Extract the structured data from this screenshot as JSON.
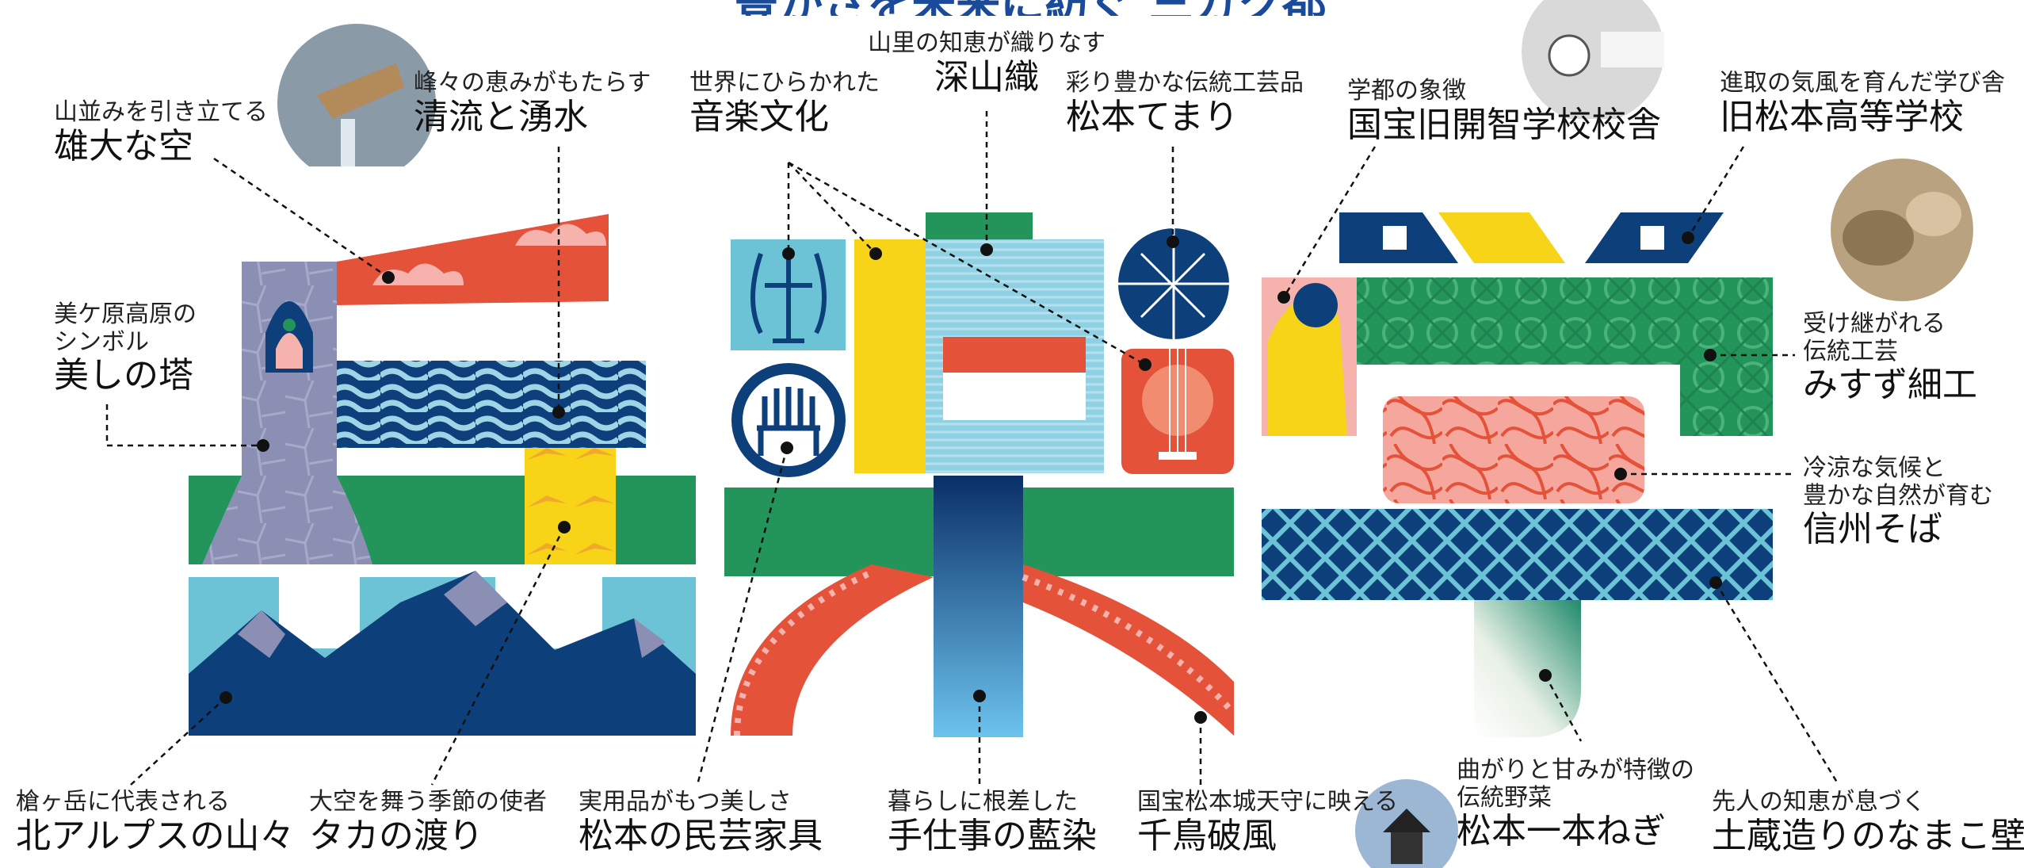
{
  "title": "豊かさを未来に紡ぐ 三ガク都",
  "labels": {
    "sora": {
      "small": "山並みを引き立てる",
      "big": "雄大な空"
    },
    "seiryu": {
      "small": "峰々の恵みがもたらす",
      "big": "清流と湧水"
    },
    "ongaku": {
      "small": "世界にひらかれた",
      "big": "音楽文化"
    },
    "miyama": {
      "small": "山里の知恵が織りなす",
      "big": "深山織"
    },
    "temari": {
      "small": "彩り豊かな伝統工芸品",
      "big": "松本てまり"
    },
    "kaichi": {
      "small": "学都の象徴",
      "big": "国宝旧開智学校校舎"
    },
    "koto": {
      "small": "進取の気風を育んだ学び舎",
      "big": "旧松本高等学校"
    },
    "tower": {
      "small1": "美ケ原高原の",
      "small2": "シンボル",
      "big": "美しの塔"
    },
    "misuzu": {
      "small1": "受け継がれる",
      "small2": "伝統工芸",
      "big": "みすず細工"
    },
    "soba": {
      "small1": "冷涼な気候と",
      "small2": "豊かな自然が育む",
      "big": "信州そば"
    },
    "alps": {
      "small": "槍ヶ岳に代表される",
      "big": "北アルプスの山々"
    },
    "taka": {
      "small": "大空を舞う季節の使者",
      "big": "タカの渡り"
    },
    "mingei": {
      "small": "実用品がもつ美しさ",
      "big": "松本の民芸家具"
    },
    "aizome": {
      "small": "暮らしに根差した",
      "big": "手仕事の藍染"
    },
    "chidori": {
      "small": "国宝松本城天守に映える",
      "big": "千鳥破風"
    },
    "negi": {
      "small1": "曲がりと甘みが特徴の",
      "small2": "伝統野菜",
      "big": "松本一本ねぎ"
    },
    "namako": {
      "small": "先人の知恵が息づく",
      "big": "土蔵造りのなまこ壁"
    }
  },
  "icons": [
    "water-spout-photo-icon",
    "school-sign-photo-icon",
    "basket-photo-icon",
    "castle-photo-icon"
  ],
  "colors": {
    "navy": "#0d3f7a",
    "red": "#e4523a",
    "green": "#23955a",
    "sky": "#6cc3d5",
    "yellow": "#f7d417",
    "pink": "#f6b3ad",
    "stone": "#8b8fb3"
  }
}
